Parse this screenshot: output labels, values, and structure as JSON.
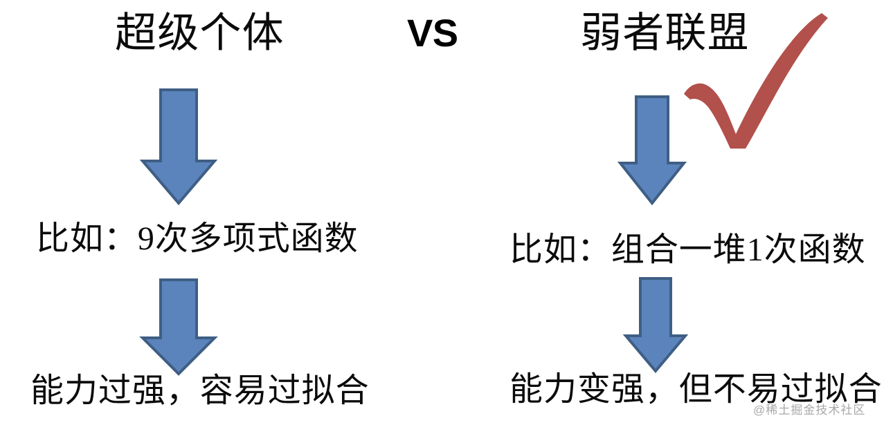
{
  "slide": {
    "background_color": "#ffffff",
    "accent_blue": "#5B84BC",
    "accent_blue_border": "#3F5E84",
    "accent_red": "#B2504B",
    "text_color": "#0b0b0b"
  },
  "columns": {
    "left": {
      "title": "超级个体",
      "example_line": "比如：9次多项式函数",
      "conclusion_line": "能力过强，容易过拟合"
    },
    "right": {
      "title": "弱者联盟",
      "example_line": "比如：组合一堆1次函数",
      "conclusion_line": "能力变强，但不易过拟合"
    }
  },
  "comparator": {
    "label": "VS"
  },
  "markers": {
    "check_icon_name": "check-mark",
    "check_color": "#B2504B",
    "check_target": "弱者联盟"
  },
  "arrows": [
    {
      "id": "left-1",
      "direction": "down",
      "color": "#5B84BC"
    },
    {
      "id": "left-2",
      "direction": "down",
      "color": "#5B84BC"
    },
    {
      "id": "right-1",
      "direction": "down",
      "color": "#5B84BC"
    },
    {
      "id": "right-2",
      "direction": "down",
      "color": "#5B84BC"
    }
  ],
  "watermark": {
    "text": "@稀土掘金技术社区"
  }
}
